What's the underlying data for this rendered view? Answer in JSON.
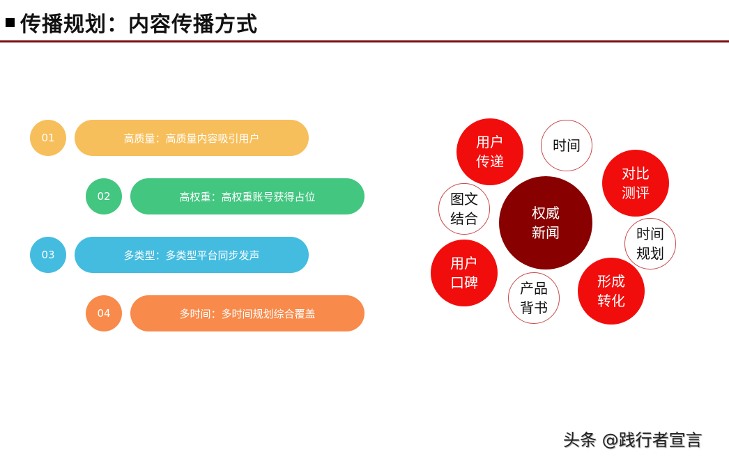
{
  "header": {
    "title": "传播规划：内容传播方式",
    "divider_color": "#7a0f10"
  },
  "list": {
    "items": [
      {
        "num": "01",
        "label": "高质量：高质量内容吸引用户",
        "color": "#f7bf5b"
      },
      {
        "num": "02",
        "label": "高权重：高权重账号获得占位",
        "color": "#42c680"
      },
      {
        "num": "03",
        "label": "多类型：多类型平台同步发声",
        "color": "#44bce0"
      },
      {
        "num": "04",
        "label": "多时间：多时间规划综合覆盖",
        "color": "#f88a4b"
      }
    ]
  },
  "bubbles": {
    "center": {
      "line1": "权威",
      "line2": "新闻",
      "color": "#880000"
    },
    "items": [
      {
        "line1": "用户",
        "line2": "传递",
        "style": "red"
      },
      {
        "line1": "时间",
        "line2": "",
        "style": "outline"
      },
      {
        "line1": "对比",
        "line2": "测评",
        "style": "red"
      },
      {
        "line1": "图文",
        "line2": "结合",
        "style": "outline"
      },
      {
        "line1": "时间",
        "line2": "规划",
        "style": "outline"
      },
      {
        "line1": "用户",
        "line2": "口碑",
        "style": "red"
      },
      {
        "line1": "产品",
        "line2": "背书",
        "style": "outline"
      },
      {
        "line1": "形成",
        "line2": "转化",
        "style": "red"
      }
    ],
    "accent_red": "#f20d0d"
  },
  "watermark": "头条 @践行者宣言"
}
